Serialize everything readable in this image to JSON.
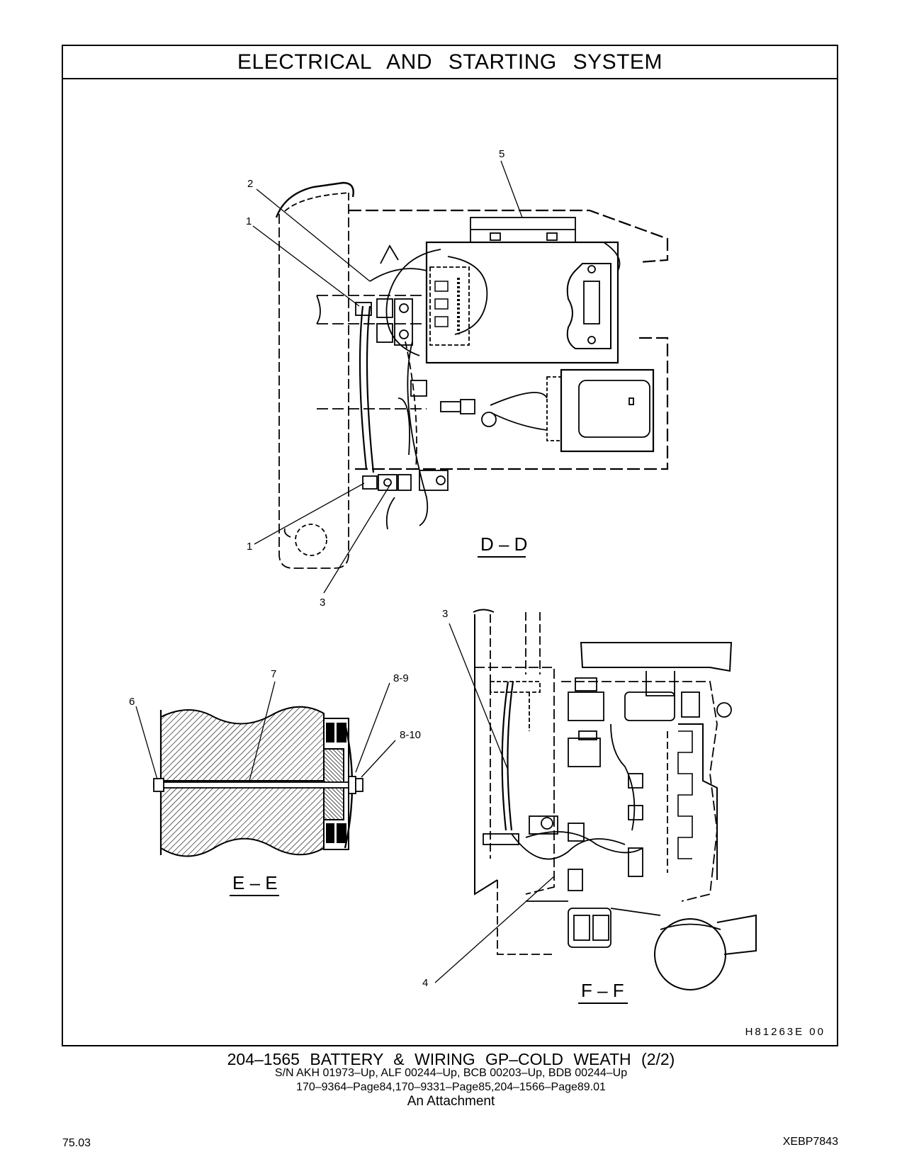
{
  "header": {
    "title": "ELECTRICAL AND STARTING SYSTEM"
  },
  "views": {
    "dd": {
      "label": "D – D"
    },
    "ee": {
      "label": "E – E"
    },
    "ff": {
      "label": "F – F"
    }
  },
  "callouts": {
    "dd": [
      "5",
      "2",
      "1",
      "1",
      "3"
    ],
    "ee": [
      "7",
      "6",
      "8-9",
      "8-10"
    ],
    "ff": [
      "3",
      "4"
    ]
  },
  "drawing_code": "H81263E 00",
  "caption": {
    "part": "204–1565 BATTERY & WIRING GP–COLD WEATH (2/2)",
    "serials": "S/N AKH 01973–Up, ALF 00244–Up, BCB 00203–Up, BDB 00244–Up",
    "refs": "170–9364–Page84,170–9331–Page85,204–1566–Page89.01",
    "type": "An Attachment"
  },
  "footer": {
    "page": "75.03",
    "doc": "XEBP7843"
  }
}
